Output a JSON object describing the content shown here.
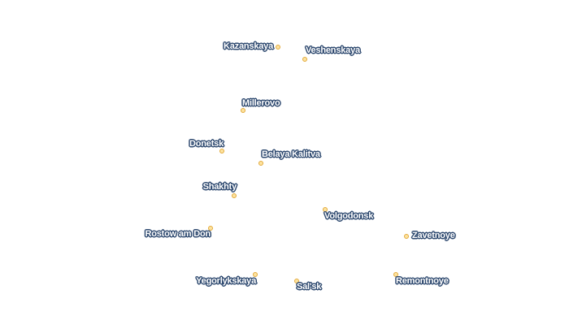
{
  "map": {
    "colors": {
      "marker_fill": "#fde3a0",
      "marker_stroke": "#e2a93a",
      "label_text": "#ffffff",
      "label_halo": "#2f4a70",
      "background": "#ffffff"
    },
    "places": [
      {
        "name": "Kazanskaya"
      },
      {
        "name": "Veshenskaya"
      },
      {
        "name": "Millerovo"
      },
      {
        "name": "Donetsk"
      },
      {
        "name": "Belaya Kalitva"
      },
      {
        "name": "Shakhty"
      },
      {
        "name": "Volgodonsk"
      },
      {
        "name": "Rostow am Don"
      },
      {
        "name": "Zavetnoye"
      },
      {
        "name": "Remontnoye"
      },
      {
        "name": "Yegorlykskaya"
      },
      {
        "name": "Sal'sk"
      }
    ]
  }
}
